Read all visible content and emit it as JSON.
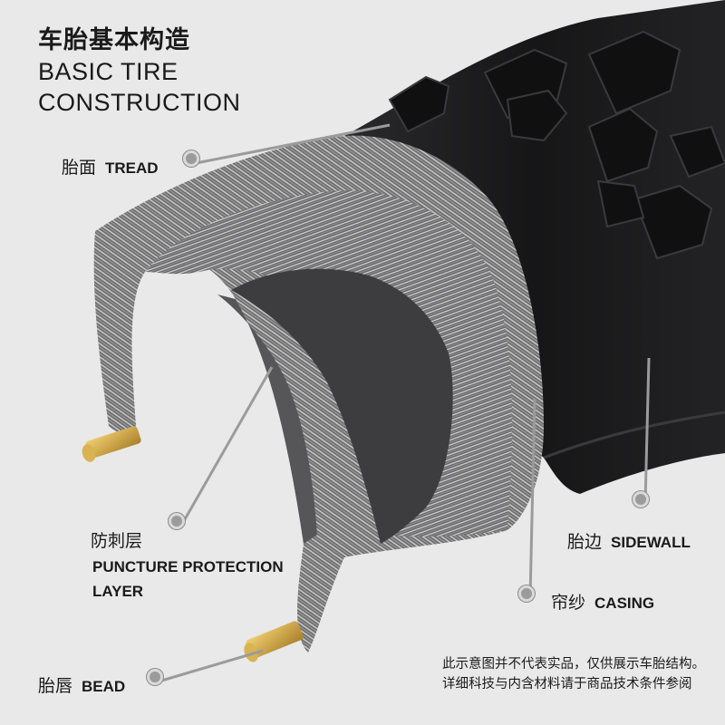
{
  "title": {
    "cn": "车胎基本构造",
    "en_line1": "BASIC TIRE",
    "en_line2": "CONSTRUCTION"
  },
  "labels": {
    "tread": {
      "cn": "胎面",
      "en": "TREAD"
    },
    "puncture": {
      "cn": "防刺层",
      "en_line1": "PUNCTURE PROTECTION",
      "en_line2": "LAYER"
    },
    "sidewall": {
      "cn": "胎边",
      "en": "SIDEWALL"
    },
    "casing": {
      "cn": "帘纱",
      "en": "CASING"
    },
    "bead": {
      "cn": "胎唇",
      "en": "BEAD"
    }
  },
  "note": {
    "line1": "此示意图并不代表实品，仅供展示车胎结构。",
    "line2": "详细科技与内含材料请于商品技术条件参阅"
  },
  "colors": {
    "background": "#e9e9e9",
    "rubber": "#1c1c1e",
    "casing_fabric": "#7a7a7a",
    "inner_layer": "#3d3d3f",
    "bead_core": "#c9a040",
    "leader_line": "#9b9b9b"
  }
}
